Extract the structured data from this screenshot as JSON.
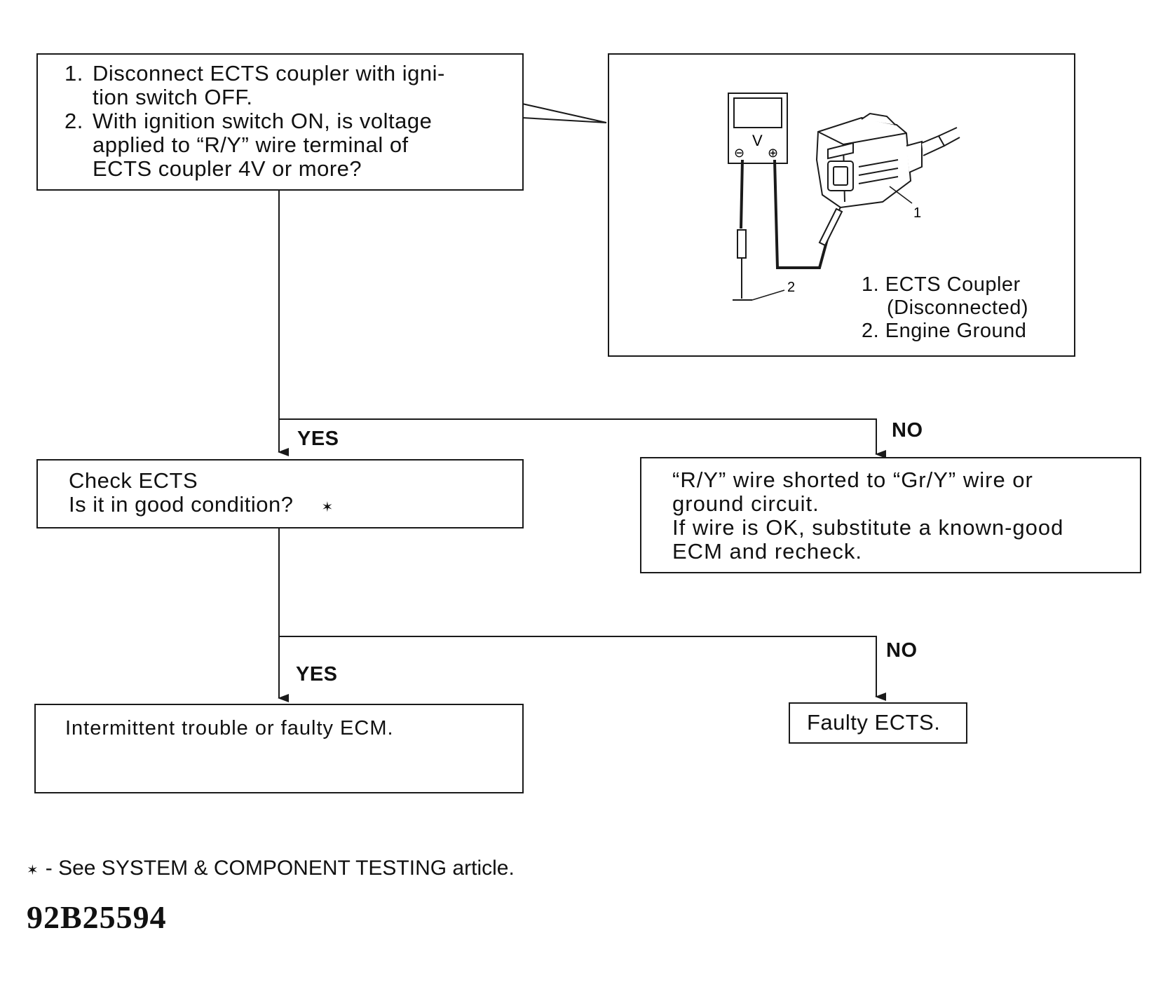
{
  "step1": {
    "lines": [
      {
        "num": "1.",
        "text": "Disconnect ECTS coupler with igni-"
      },
      {
        "num": "",
        "text": "tion switch OFF."
      },
      {
        "num": "2.",
        "text": "With ignition switch ON, is voltage"
      },
      {
        "num": "",
        "text": "applied to “R/Y” wire terminal of"
      },
      {
        "num": "",
        "text": "ECTS coupler 4V or more?"
      }
    ]
  },
  "illustration": {
    "meter_symbol": "V",
    "minus_symbol": "⊖",
    "plus_symbol": "⊕",
    "callout_1": "1",
    "callout_2": "2",
    "legend": [
      "1. ECTS Coupler",
      "(Disconnected)",
      "2. Engine Ground"
    ]
  },
  "branch1": {
    "yes": "YES",
    "no": "NO"
  },
  "step2": {
    "lines": [
      "Check ECTS",
      "Is it in good condition?"
    ],
    "star": "✶"
  },
  "no_result_1": {
    "lines": [
      "“R/Y” wire shorted to “Gr/Y” wire or",
      "ground circuit.",
      "If wire is OK, substitute a known-good",
      "ECM and recheck."
    ]
  },
  "branch2": {
    "yes": "YES",
    "no": "NO"
  },
  "yes_result_2": {
    "text": "Intermittent trouble or faulty ECM."
  },
  "no_result_2": {
    "text": "Faulty ECTS."
  },
  "footnote": {
    "star": "✶",
    "text": "-  See SYSTEM  & COMPONENT TESTING article."
  },
  "figure_id": "92B25594"
}
